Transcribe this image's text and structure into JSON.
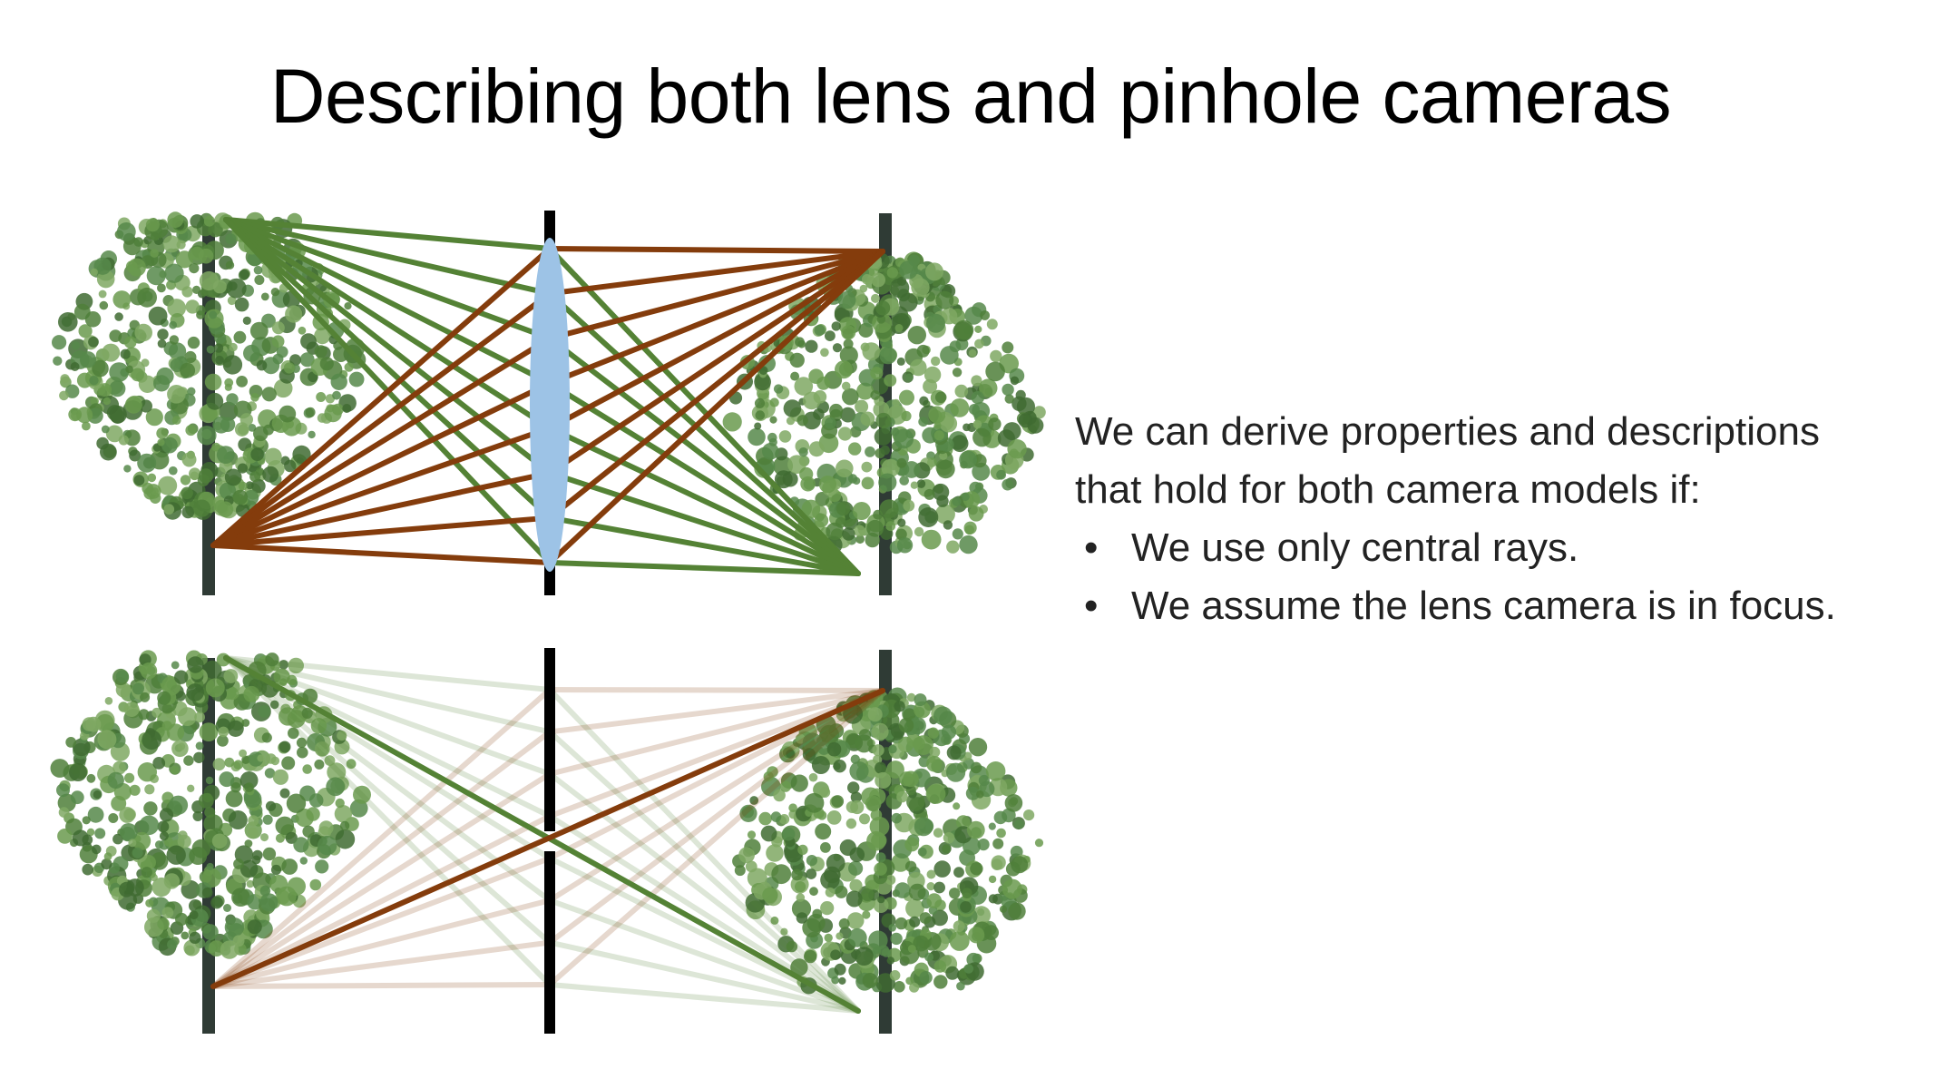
{
  "slide": {
    "title": "Describing both lens and pinhole cameras",
    "body": {
      "intro_line1": "We can derive properties and descriptions",
      "intro_line2": "that hold for both camera models if:",
      "bullets": [
        "We use only central rays.",
        "We assume the lens camera is in focus."
      ],
      "bullet_glyph": "•"
    }
  },
  "figure": {
    "colors": {
      "green_ray": "#548235",
      "brown_ray": "#843c0c",
      "lens": "#9dc3e6",
      "barrier": "#000000",
      "foliage": "#4f7f3a",
      "trunk": "#2f3b35"
    },
    "ray_count": 8,
    "panels": [
      "lens-camera",
      "pinhole-camera"
    ]
  }
}
